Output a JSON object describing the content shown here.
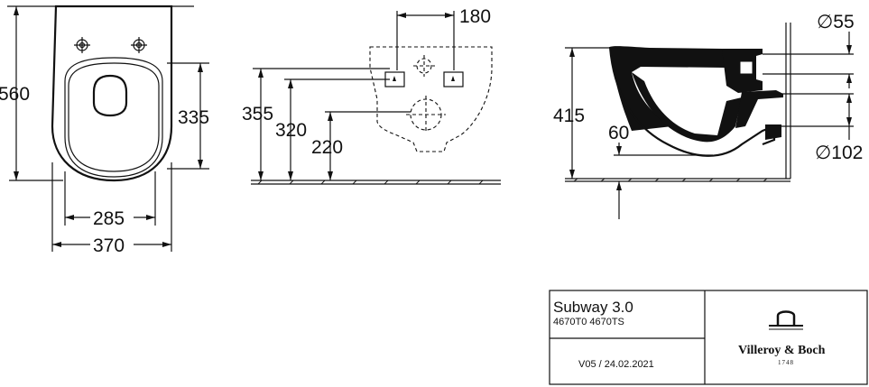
{
  "front_view": {
    "height_total": "560",
    "seat_height": "335",
    "inner_width": "285",
    "outer_width": "370"
  },
  "rear_view": {
    "bolt_spacing": "180",
    "bolt_height": "355",
    "inlet_height": "320",
    "outlet_height": "220"
  },
  "side_view": {
    "total_height": "415",
    "offset": "60",
    "inlet_diameter": "∅55",
    "outlet_diameter": "∅102"
  },
  "title_block": {
    "product_name": "Subway 3.0",
    "article_numbers": "4670T0 4670TS",
    "version": "V05 / 24.02.2021",
    "brand": "Villeroy & Boch",
    "brand_year": "1748"
  }
}
